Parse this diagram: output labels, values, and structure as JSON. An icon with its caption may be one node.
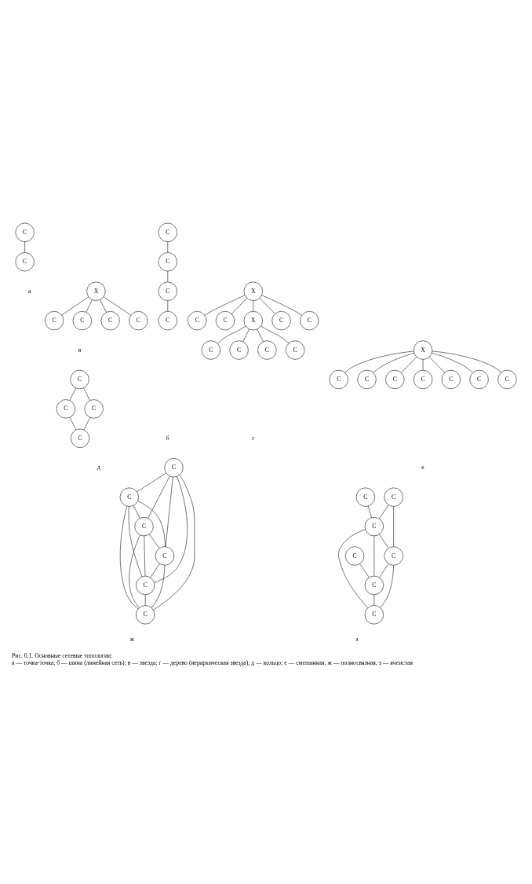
{
  "diagram": {
    "title": "Рис. 6.1. Основные сетевые топологии:",
    "caption": "а — точка-точка; б — шина (линейная сеть); в — звезда; г — дерево (иерархическая звезда); д — кольцо; е — смешанная; ж — полносвязная; з — ячеистая",
    "nodes": [
      {
        "text": [
          "С"
        ]
      },
      {
        "text": [
          "С"
        ]
      },
      {
        "text": [
          "С"
        ]
      },
      {
        "text": [
          "С"
        ]
      },
      {
        "text": [
          "С"
        ]
      },
      {
        "text": [
          "С"
        ]
      },
      {
        "text": [
          "С"
        ]
      },
      {
        "text": [
          "С"
        ]
      },
      {
        "text": [
          "Х"
        ]
      },
      {
        "text": [
          "С"
        ]
      },
      {
        "text": [
          "С"
        ]
      },
      {
        "text": [
          "С"
        ]
      },
      {
        "text": [
          "С"
        ]
      },
      {
        "text": [
          "С"
        ]
      },
      {
        "text": [
          "С"
        ]
      },
      {
        "text": [
          "Х"
        ]
      },
      {
        "text": [
          "Х"
        ]
      },
      {
        "text": [
          "С"
        ]
      },
      {
        "text": [
          "С"
        ]
      },
      {
        "text": [
          "С"
        ]
      },
      {
        "text": [
          "С"
        ]
      },
      {
        "text": [
          "С"
        ]
      },
      {
        "text": [
          "С"
        ]
      },
      {
        "text": [
          "С"
        ]
      },
      {
        "text": [
          "С"
        ]
      },
      {
        "text": [
          "С"
        ]
      },
      {
        "text": [
          "С"
        ]
      },
      {
        "text": [
          "Х"
        ]
      },
      {
        "text": [
          "С"
        ]
      },
      {
        "text": [
          "С"
        ]
      },
      {
        "text": [
          "С"
        ]
      },
      {
        "text": [
          "С"
        ]
      },
      {
        "text": [
          "С"
        ]
      },
      {
        "text": [
          "С"
        ]
      },
      {
        "text": [
          "С"
        ]
      },
      {
        "text": [
          "С"
        ]
      },
      {
        "text": [
          "С"
        ]
      },
      {
        "text": [
          "С"
        ]
      },
      {
        "text": [
          "С"
        ]
      },
      {
        "text": [
          "С"
        ]
      },
      {
        "text": [
          "С"
        ]
      },
      {
        "text": [
          "С"
        ]
      },
      {
        "text": [
          "С"
        ]
      },
      {
        "text": [
          "С"
        ]
      },
      {
        "text": [
          "С"
        ]
      },
      {
        "text": [
          "С"
        ]
      }
    ],
    "edges": [
      {
        "from": 0,
        "to": 1,
        "arrow": "none"
      },
      {
        "from": 2,
        "to": 3,
        "arrow": "none"
      },
      {
        "from": 3,
        "to": 4,
        "arrow": "none"
      },
      {
        "from": 4,
        "to": 5,
        "arrow": "none"
      },
      {
        "from": 8,
        "to": 6,
        "arrow": "none"
      },
      {
        "from": 8,
        "to": 7,
        "arrow": "none"
      },
      {
        "from": 8,
        "to": 9,
        "arrow": "none"
      },
      {
        "from": 8,
        "to": 10,
        "arrow": "none"
      },
      {
        "from": 15,
        "to": 11,
        "arrow": "none"
      },
      {
        "from": 15,
        "to": 12,
        "arrow": "none"
      },
      {
        "from": 15,
        "to": 17,
        "arrow": "none"
      },
      {
        "from": 15,
        "to": 18,
        "arrow": "none"
      },
      {
        "from": 15,
        "to": 16,
        "arrow": "none"
      },
      {
        "from": 16,
        "to": 13,
        "arrow": "none"
      },
      {
        "from": 16,
        "to": 14,
        "arrow": "none"
      },
      {
        "from": 16,
        "to": 19,
        "arrow": "none"
      },
      {
        "from": 16,
        "to": 20,
        "arrow": "none"
      },
      {
        "from": 21,
        "to": 22,
        "arrow": "none"
      },
      {
        "from": 22,
        "to": 24,
        "arrow": "none"
      },
      {
        "from": 21,
        "to": 23,
        "arrow": "none"
      },
      {
        "from": 23,
        "to": 24,
        "arrow": "none"
      },
      {
        "from": 27,
        "to": 25,
        "arrow": "none"
      },
      {
        "from": 27,
        "to": 26,
        "arrow": "none"
      },
      {
        "from": 27,
        "to": 31,
        "arrow": "none"
      },
      {
        "from": 27,
        "to": 32,
        "arrow": "none"
      },
      {
        "from": 27,
        "to": 28,
        "arrow": "none"
      },
      {
        "from": 27,
        "to": 29,
        "arrow": "none"
      },
      {
        "from": 27,
        "to": 30,
        "arrow": "none"
      },
      {
        "from": 34,
        "to": 33,
        "arrow": "none"
      },
      {
        "from": 34,
        "to": 35,
        "arrow": "none"
      },
      {
        "from": 34,
        "to": 36,
        "arrow": "none"
      },
      {
        "from": 34,
        "to": 37,
        "arrow": "none"
      },
      {
        "from": 34,
        "to": 38,
        "arrow": "none"
      },
      {
        "from": 33,
        "to": 35,
        "arrow": "none"
      },
      {
        "from": 33,
        "to": 36,
        "arrow": "none"
      },
      {
        "from": 33,
        "to": 37,
        "arrow": "none"
      },
      {
        "from": 33,
        "to": 38,
        "arrow": "none"
      },
      {
        "from": 35,
        "to": 36,
        "arrow": "none"
      },
      {
        "from": 35,
        "to": 37,
        "arrow": "none"
      },
      {
        "from": 35,
        "to": 38,
        "arrow": "none"
      },
      {
        "from": 36,
        "to": 37,
        "arrow": "none"
      },
      {
        "from": 36,
        "to": 38,
        "arrow": "none"
      },
      {
        "from": 37,
        "to": 38,
        "arrow": "none"
      },
      {
        "from": 39,
        "to": 41,
        "arrow": "none"
      },
      {
        "from": 39,
        "to": 42,
        "arrow": "none"
      },
      {
        "from": 40,
        "to": 41,
        "arrow": "none"
      },
      {
        "from": 41,
        "to": 42,
        "arrow": "none"
      },
      {
        "from": 41,
        "to": 44,
        "arrow": "none"
      },
      {
        "from": 41,
        "to": 45,
        "arrow": "none"
      },
      {
        "from": 42,
        "to": 44,
        "arrow": "none"
      },
      {
        "from": 42,
        "to": 45,
        "arrow": "none"
      },
      {
        "from": 43,
        "to": 44,
        "arrow": "none"
      },
      {
        "from": 44,
        "to": 45,
        "arrow": "none"
      }
    ],
    "labels": [
      "а",
      "б",
      "в",
      "г",
      "д",
      "е",
      "ж",
      "з"
    ]
  }
}
